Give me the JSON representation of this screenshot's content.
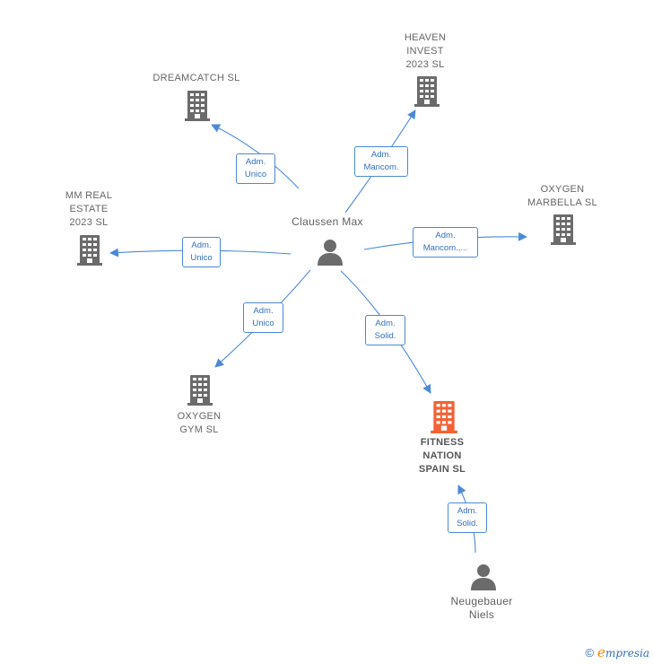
{
  "colors": {
    "edge": "#4a8ad6",
    "company": "#6b6b6b",
    "main_company": "#f26234",
    "person": "#6b6b6b"
  },
  "nodes": {
    "claussen": {
      "label": "Claussen Max",
      "icon": "person-icon"
    },
    "neugebauer": {
      "label": "Neugebauer\nNiels",
      "icon": "person-icon"
    },
    "dreamcatch": {
      "label": "DREAMCATCH SL",
      "icon": "building-icon"
    },
    "heaven": {
      "label": "HEAVEN\nINVEST\n2023  SL",
      "icon": "building-icon"
    },
    "oxygen_marbella": {
      "label": "OXYGEN\nMARBELLA  SL",
      "icon": "building-icon"
    },
    "mm_real": {
      "label": "MM REAL\nESTATE\n2023  SL",
      "icon": "building-icon"
    },
    "oxygen_gym": {
      "label": "OXYGEN\nGYM  SL",
      "icon": "building-icon"
    },
    "fitness": {
      "label": "FITNESS\nNATION\nSPAIN  SL",
      "icon": "building-icon"
    }
  },
  "edges": {
    "dreamcatch": {
      "label": "Adm.\nUnico"
    },
    "heaven": {
      "label": "Adm.\nMancom."
    },
    "oxygen_marbella": {
      "label": "Adm.\nMancom.,..."
    },
    "mm_real": {
      "label": "Adm.\nUnico"
    },
    "oxygen_gym": {
      "label": "Adm.\nUnico"
    },
    "fitness": {
      "label": "Adm.\nSolid."
    },
    "neugebauer_fitness": {
      "label": "Adm.\nSolid."
    }
  },
  "footer": {
    "copyright": "©",
    "brand_initial": "e",
    "brand_rest": "mpresia"
  }
}
